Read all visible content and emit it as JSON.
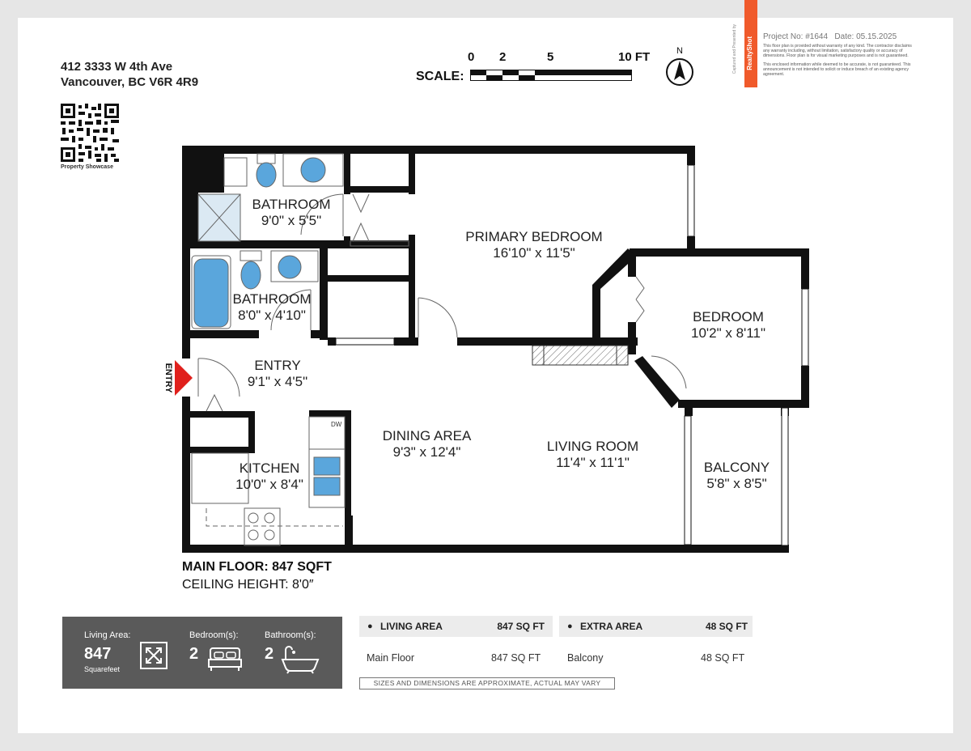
{
  "address": {
    "line1": "412 3333 W 4th Ave",
    "line2": "Vancouver, BC V6R 4R9"
  },
  "qr_label": "Property Showcase",
  "scale": {
    "label": "SCALE:",
    "ticks": [
      "0",
      "2",
      "5",
      "10 FT"
    ],
    "north": "N"
  },
  "brand": {
    "project": "Project No: #1644",
    "date": "Date: 05.15.2025",
    "captured": "Captured and Presented by",
    "name": "RealtyShot",
    "disclaimer1": "This floor plan is provided without warranty of any kind. The contractor disclaims any warranty including, without limitation, satisfactory quality or accuracy of dimensions. Floor plan is for visual marketing purposes and is not guaranteed.",
    "disclaimer2": "This enclosed information while deemed to be accurate, is not guaranteed. This announcement is not intended to solicit or induce breach of an existing agency agreement."
  },
  "rooms": {
    "bath1_name": "BATHROOM",
    "bath1_dim": "9'0\" x 5'5\"",
    "primary_name": "PRIMARY BEDROOM",
    "primary_dim": "16'10\" x 11'5\"",
    "bath2_name": "BATHROOM",
    "bath2_dim": "8'0\" x 4'10\"",
    "bedroom_name": "BEDROOM",
    "bedroom_dim": "10'2\" x 8'11\"",
    "entry_name": "ENTRY",
    "entry_dim": "9'1\" x 4'5\"",
    "dining_name": "DINING AREA",
    "dining_dim": "9'3\" x 12'4\"",
    "living_name": "LIVING ROOM",
    "living_dim": "11'4\" x 11'1\"",
    "kitchen_name": "KITCHEN",
    "kitchen_dim": "10'0\" x 8'4\"",
    "balcony_name": "BALCONY",
    "balcony_dim": "5'8\" x 8'5\"",
    "entry_marker": "ENTRY",
    "dw": "DW"
  },
  "floor": {
    "main": "MAIN FLOOR: 847 SQFT",
    "ceiling": "CEILING HEIGHT: 8'0″"
  },
  "stats": {
    "living_label": "Living Area:",
    "living_value": "847",
    "living_unit": "Squarefeet",
    "bed_label": "Bedroom(s):",
    "bed_value": "2",
    "bath_label": "Bathroom(s):",
    "bath_value": "2"
  },
  "area_table": {
    "living_header": "LIVING AREA",
    "living_header_value": "847 SQ FT",
    "living_row_label": "Main Floor",
    "living_row_value": "847 SQ FT",
    "extra_header": "EXTRA AREA",
    "extra_header_value": "48 SQ FT",
    "extra_row_label": "Balcony",
    "extra_row_value": "48 SQ FT"
  },
  "note": "SIZES AND DIMENSIONS ARE APPROXIMATE, ACTUAL MAY VARY",
  "colors": {
    "wall": "#111111",
    "fixture_blue": "#5aa6dc",
    "stats_bg": "#5a5a5a",
    "brand_orange": "#f05a2b",
    "entry_arrow": "#e0201c"
  }
}
